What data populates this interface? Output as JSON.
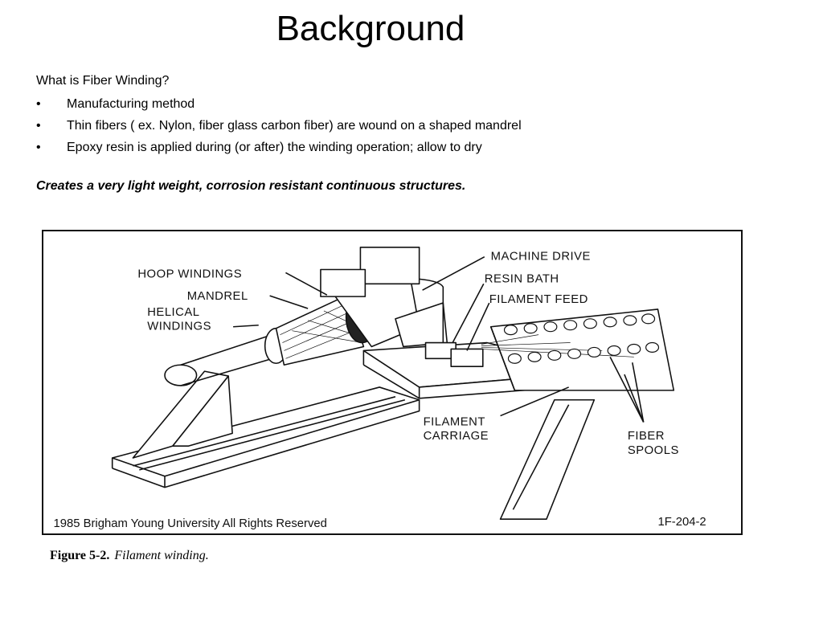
{
  "slide": {
    "title": "Background",
    "question": "What is Fiber Winding?",
    "bullets": [
      {
        "marker": "•",
        "text": "Manufacturing method"
      },
      {
        "marker": "•",
        "text": "Thin fibers ( ex. Nylon, fiber glass carbon fiber) are wound on a shaped mandrel"
      },
      {
        "marker": "•",
        "text": "Epoxy resin is applied during (or after) the winding operation; allow to dry"
      }
    ],
    "tagline": "Creates a very light weight, corrosion resistant  continuous structures."
  },
  "figure": {
    "labels": {
      "hoop_windings": "HOOP WINDINGS",
      "mandrel": "MANDREL",
      "helical_line1": "HELICAL",
      "helical_line2": "WINDINGS",
      "machine_drive": "MACHINE DRIVE",
      "resin_bath": "RESIN BATH",
      "filament_feed": "FILAMENT FEED",
      "filament_carriage_line1": "FILAMENT",
      "filament_carriage_line2": "CARRIAGE",
      "fiber_spools_line1": "FIBER",
      "fiber_spools_line2": "SPOOLS"
    },
    "copyright": "1985 Brigham Young University  All Rights Reserved",
    "code": "1F-204-2",
    "caption_number": "Figure 5-2.",
    "caption_text": "Filament winding."
  }
}
